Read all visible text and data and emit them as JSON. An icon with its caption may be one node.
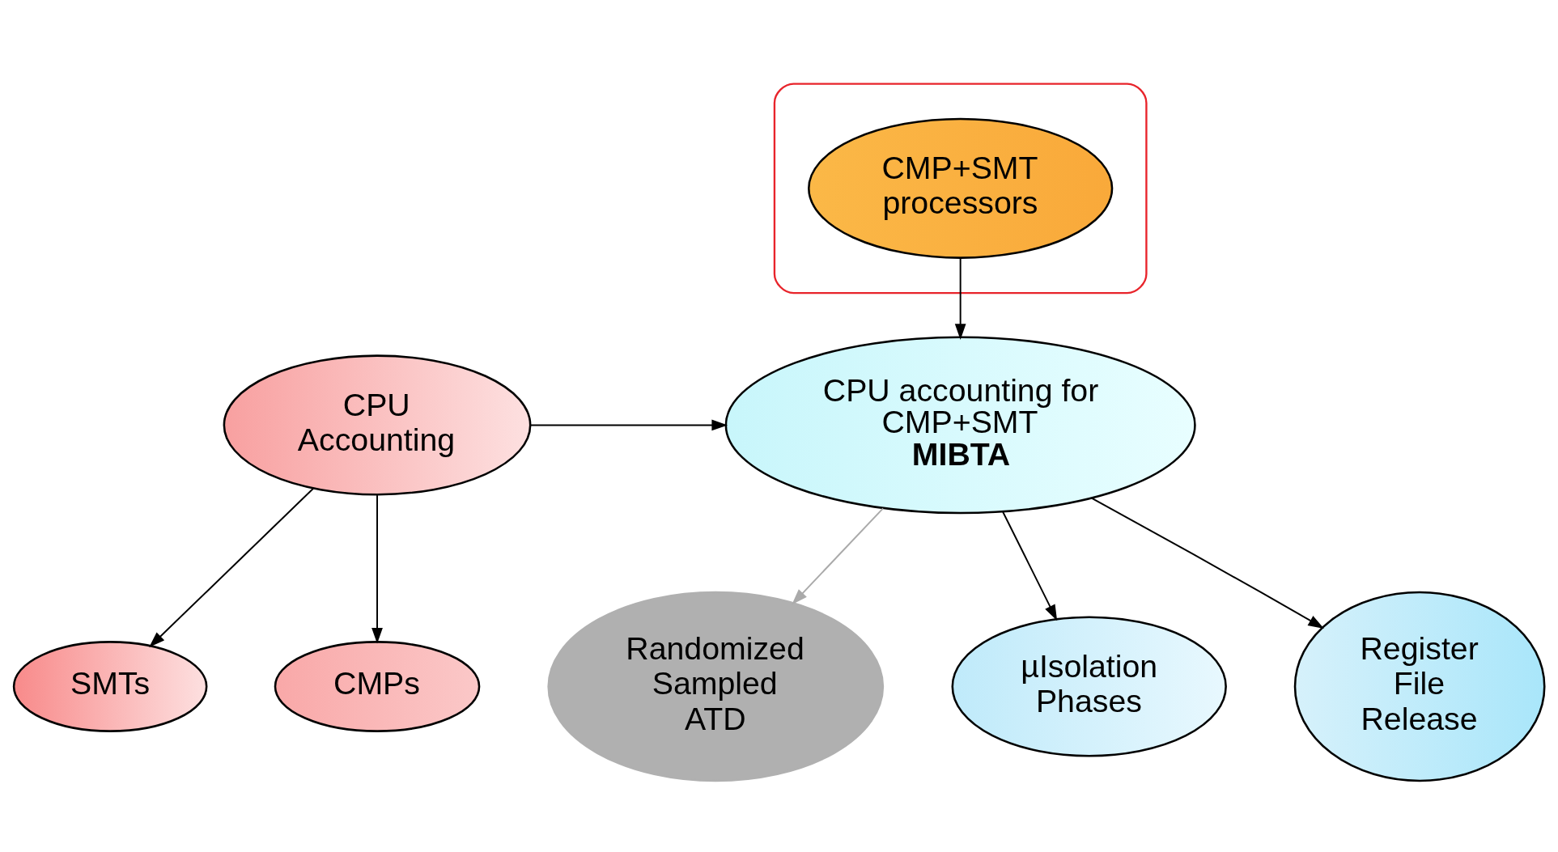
{
  "diagram": {
    "nodes": [
      {
        "text": [],
        "shape": "ellipse"
      },
      {
        "text": [
          "CMP+SMT processors"
        ],
        "in": 0
      },
      {
        "text": [
          "CPU accounting for CMP+SMT",
          "MIBTA"
        ]
      },
      {
        "text": [
          "CPU Accounting"
        ]
      },
      {
        "text": [
          "µIsolation Phases"
        ]
      },
      {
        "text": [
          "Register File Release"
        ]
      },
      {
        "text": [
          "Randomized Sampled ATD"
        ]
      },
      {
        "text": [
          "SMTs"
        ]
      },
      {
        "text": [
          "CMPs"
        ]
      }
    ],
    "edges": [
      {
        "from": 1,
        "to": 2,
        "arrow": "to"
      },
      {
        "from": 3,
        "to": 2,
        "arrow": "to"
      },
      {
        "from": 2,
        "to": 4,
        "arrow": "to"
      },
      {
        "from": 2,
        "to": 5,
        "arrow": "to"
      },
      {
        "from": 2,
        "to": 6,
        "arrow": "to",
        "color": "#aaaaaa"
      },
      {
        "from": 3,
        "to": 7,
        "arrow": "to"
      },
      {
        "from": 3,
        "to": 8,
        "arrow": "to"
      }
    ]
  }
}
